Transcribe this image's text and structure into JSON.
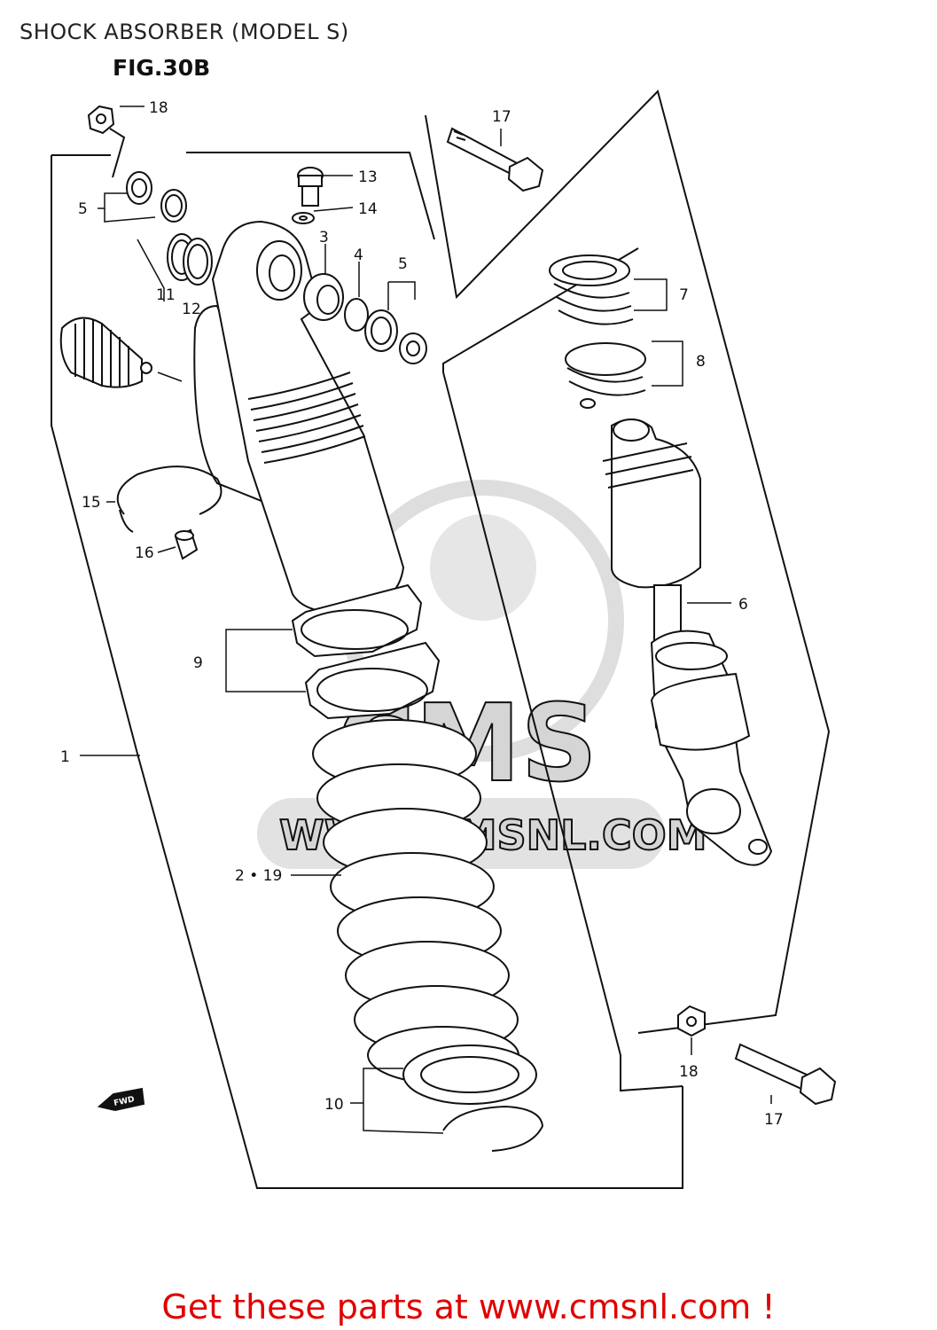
{
  "header": {
    "title": "SHOCK ABSORBER (MODEL S)",
    "figure": "FIG.30B"
  },
  "watermark": {
    "brand": "CMS",
    "url": "WWW.CMSNL.COM"
  },
  "fwd_badge": "FWD",
  "callouts": {
    "c18a": "18",
    "c17a": "17",
    "c13": "13",
    "c14": "14",
    "c5a": "5",
    "c3": "3",
    "c4": "4",
    "c5b": "5",
    "c7": "7",
    "c11": "11",
    "c12": "12",
    "c8": "8",
    "c15": "15",
    "c16": "16",
    "c6": "6",
    "c9": "9",
    "c1": "1",
    "c219": "2 • 19",
    "c18b": "18",
    "c10": "10",
    "c17b": "17"
  },
  "footer": {
    "promo": "Get these parts at www.cmsnl.com !"
  }
}
